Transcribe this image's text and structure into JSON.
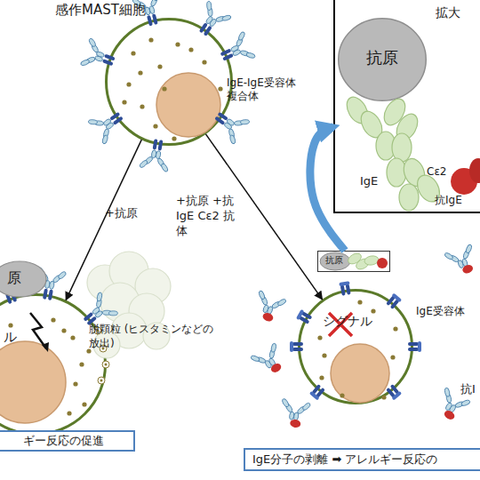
{
  "diagram": {
    "nodes": [
      {
        "text": [
          "感作MAST細胞",
          "IgE-IgE受容体 複合体"
        ]
      },
      {
        "text": [
          "拡大",
          "IgE",
          "Cε2",
          "抗IgE"
        ]
      },
      {
        "text": [
          "抗原"
        ],
        "in": 1
      },
      {
        "text": [
          "抗原"
        ]
      },
      {
        "text": [
          "ル"
        ]
      },
      {
        "text": [
          "シグナル"
        ]
      },
      {
        "text": [
          "ギー反応の促進"
        ]
      },
      {
        "text": [
          "IgE分子の剥離 ➡ アレルギー反応の"
        ]
      }
    ],
    "edges": [
      {
        "from": 0,
        "to": 4,
        "arrow": "to",
        "label": "+抗原"
      },
      {
        "from": 0,
        "to": 5,
        "arrow": "to",
        "label": "+抗原 +抗IgE Cε2 抗体"
      },
      {
        "from": 3,
        "to": 1,
        "arrow": "to"
      }
    ],
    "labels": [
      "原",
      "脱顆粒 (ヒスタミンなどの放出)",
      "IgE受容体",
      "抗I"
    ]
  }
}
